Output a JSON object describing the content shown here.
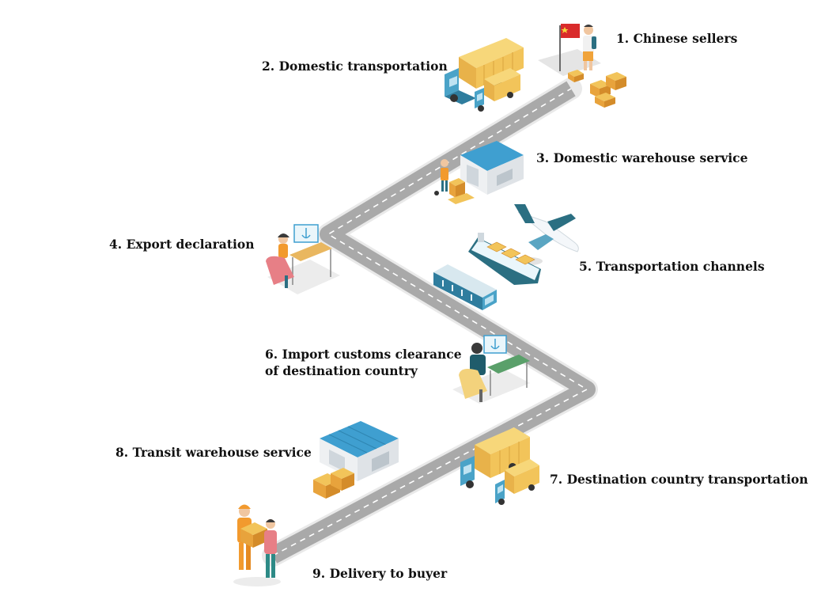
{
  "colors": {
    "road": "#a9a9a9",
    "road_edge": "#e9e9e9",
    "dash": "#ffffff",
    "container_yellow": "#f2c45a",
    "truck_cab_blue": "#4aa3c8",
    "roof_blue": "#3f9fd0",
    "wall_grey": "#eef0f2",
    "box_orange": "#e8a33c",
    "flag_red": "#d92b2b",
    "plane_white": "#f4f7fa",
    "teal_dark": "#2b6f82",
    "chair_pink": "#e77f86",
    "chair_yellow": "#f3d27c",
    "desk": "#e9b760",
    "worker_orange": "#f29a2e",
    "buyer_green": "#2d8a86"
  },
  "steps": [
    {
      "id": "1",
      "label": "1. Chinese sellers",
      "icon": "seller-with-flag-icon"
    },
    {
      "id": "2",
      "label": "2. Domestic transportation",
      "icon": "container-truck-icon"
    },
    {
      "id": "3",
      "label": "3. Domestic warehouse service",
      "icon": "warehouse-icon"
    },
    {
      "id": "4",
      "label": "4. Export declaration",
      "icon": "customs-desk-icon"
    },
    {
      "id": "5",
      "label": "5. Transportation channels",
      "icon": "plane-ship-train-icon"
    },
    {
      "id": "6",
      "label_lines": [
        "6. Import customs clearance",
        "of destination country"
      ],
      "icon": "customs-desk-icon"
    },
    {
      "id": "7",
      "label": "7. Destination country transportation",
      "icon": "container-truck-icon"
    },
    {
      "id": "8",
      "label": "8. Transit warehouse service",
      "icon": "warehouse-icon"
    },
    {
      "id": "9",
      "label": "9. Delivery to buyer",
      "icon": "handover-icon"
    }
  ]
}
